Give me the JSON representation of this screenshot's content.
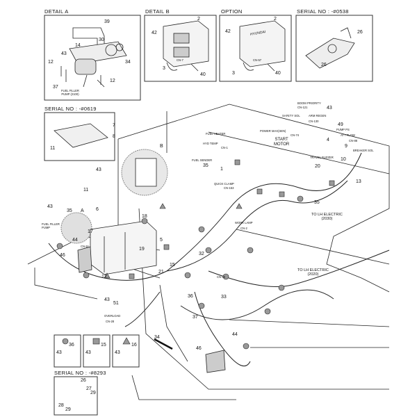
{
  "panels": {
    "detail_a": "DETAIL  A",
    "detail_b": "DETAIL B",
    "option": "OPTION",
    "serial_538": "SERIAL NO : -#0538",
    "serial_619": "SERIAL NO : -#0619",
    "serial_8293": "SERIAL NO : -#8293"
  },
  "labels": {
    "fuel_filler_pump": "FUEL FILLER\nPUMP (2100)",
    "fuel_filler_pump_main": "FUEL FILLER\nPUMP",
    "start_motor": "START\nMOTOR",
    "to_lh_2030": "TO LH ELECTRIC\n(2030)",
    "to_lh_2020": "TO LH ELECTRIC\n(2020)",
    "fuel_heater": "FUEL HEATER",
    "fuel_sender": "FUEL SENDER",
    "hyd_temp": "HYD TEMP",
    "quick_clamp": "QUICK CLAMP",
    "power_max": "POWER MAX(SEN)",
    "boom_priority": "BOOM PRIORITY",
    "safety_sol": "SAFETY SOL",
    "arm_regen": "ARM REGEN",
    "pump_ps": "PUMP PS",
    "att_flow": "ATT FLOW",
    "travel_buzzer": "TRAVEL BUZZER",
    "breaker_sol": "BREAKER SOL",
    "work_lamp": "WORK LAMP",
    "overload": "OVERLOAD",
    "module_brand": "HYUNDAI",
    "cn_labels": [
      "CN-51",
      "CN-1",
      "CN-121",
      "CN-153",
      "CN-74",
      "CN-7",
      "CN-57",
      "CN-130",
      "CN-88",
      "CN-28",
      "CN-2",
      "CN-16"
    ]
  },
  "part_numbers": {
    "n39": "39",
    "n30": "30",
    "n14": "14",
    "n43a": "43",
    "n34": "34",
    "n12a": "12",
    "n37a": "37",
    "n12b": "12",
    "n2b": "2",
    "n42b": "42",
    "n3b": "3",
    "n40b": "40",
    "n2o": "2",
    "n42o": "42",
    "n3o": "3",
    "n40o": "40",
    "n26s": "26",
    "n26t": "26",
    "n11a": "11",
    "n7": "7",
    "n8": "8",
    "nB": "B",
    "n43b": "43",
    "n11b": "11",
    "n43c": "43",
    "n35a": "35",
    "nA": "A",
    "n6": "6",
    "n17": "17",
    "n18": "18",
    "n44a": "44",
    "n5": "5",
    "n19": "19",
    "n46a": "46",
    "n1": "1",
    "n35b": "35",
    "n13": "13",
    "n20": "20",
    "n9": "9",
    "n4": "4",
    "n49": "49",
    "n43d": "43",
    "n10": "10",
    "n35c": "35",
    "n32": "32",
    "n15": "15",
    "n21": "21",
    "n12c": "12",
    "n43e": "43",
    "n51": "51",
    "n36": "36",
    "n37b": "37",
    "n33": "33",
    "n34b": "34",
    "n44b": "44",
    "n46b": "46",
    "s36": "36",
    "s15": "15",
    "s16": "16",
    "s43a": "43",
    "s43b": "43",
    "s43c": "43",
    "r26": "26",
    "r27": "27",
    "r29a": "29",
    "r28": "28",
    "r29b": "29"
  }
}
